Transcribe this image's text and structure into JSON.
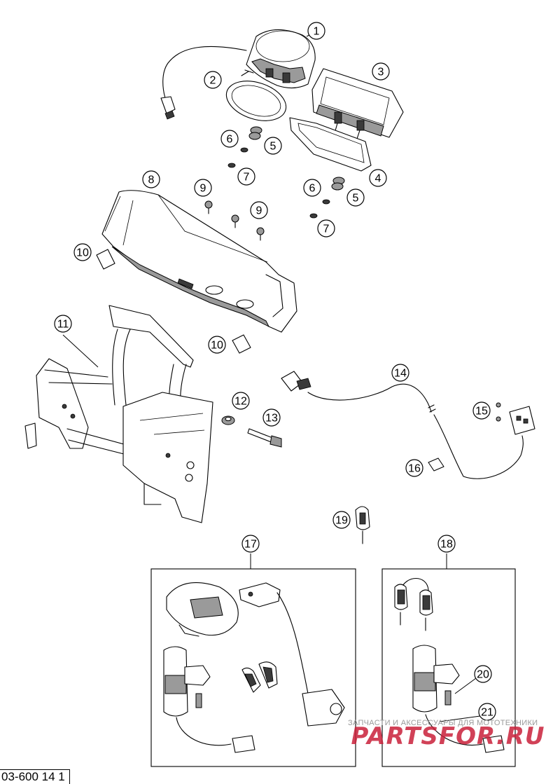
{
  "document_code": "03-600 14 1",
  "callouts": [
    "1",
    "2",
    "3",
    "4",
    "5",
    "5",
    "6",
    "6",
    "7",
    "7",
    "8",
    "9",
    "9",
    "10",
    "10",
    "11",
    "12",
    "13",
    "14",
    "15",
    "16",
    "17",
    "18",
    "19",
    "20",
    "21"
  ],
  "watermark": {
    "line1": "ЗАПЧАСТИ И АКСЕССУАРЫ ДЛЯ МОТОТЕХНИКИ",
    "logo_text": "PARTSFOR.RU",
    "color": "#c9203a"
  }
}
